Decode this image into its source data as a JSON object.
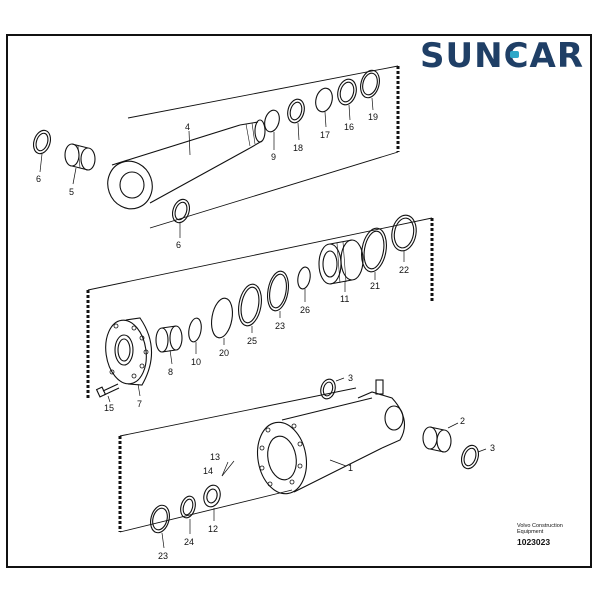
{
  "logo": {
    "part1": "SUN",
    "part2": "CAR"
  },
  "footer": {
    "line1": "Volvo Construction",
    "line2": "Equipment",
    "code": "1023023"
  },
  "labels": {
    "l4": "4",
    "l9": "9",
    "l18": "18",
    "l17": "17",
    "l16": "16",
    "l19": "19",
    "l6a": "6",
    "l5": "5",
    "l6b": "6",
    "l22": "22",
    "l21": "21",
    "l11": "11",
    "l26": "26",
    "l23a": "23",
    "l25": "25",
    "l20": "20",
    "l10": "10",
    "l8": "8",
    "l7": "7",
    "l15": "15",
    "l3a": "3",
    "l2": "2",
    "l3b": "3",
    "l1": "1",
    "l13": "13",
    "l14": "14",
    "l12": "12",
    "l24": "24",
    "l23b": "23"
  }
}
